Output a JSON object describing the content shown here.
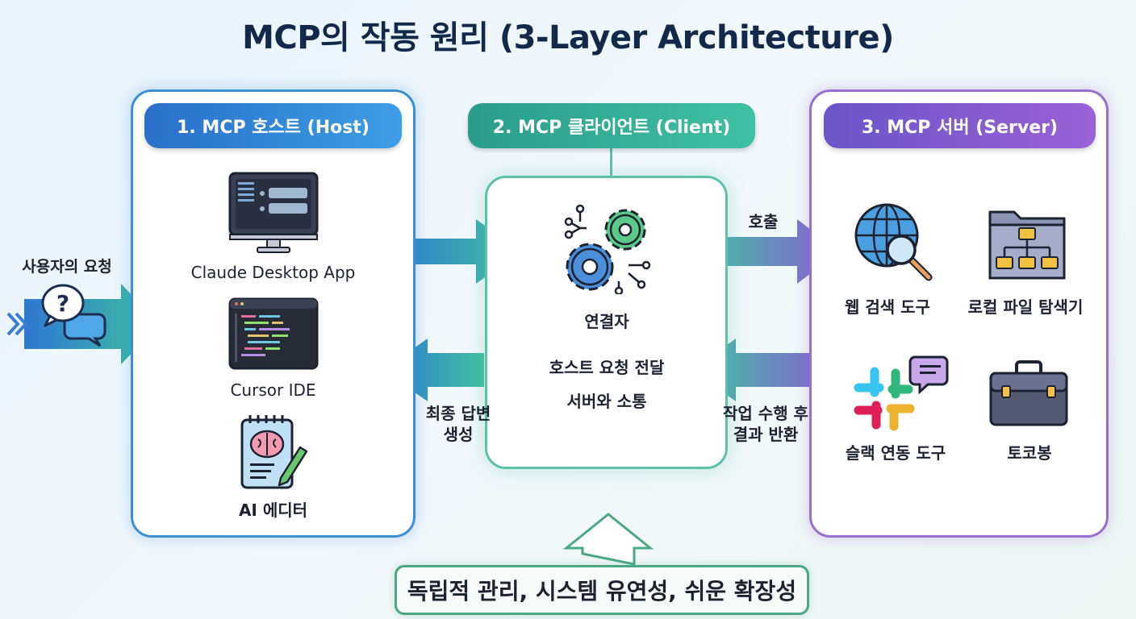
{
  "title": "MCP의 작동 원리 (3-Layer Architecture)",
  "user_request": "사용자의 요청",
  "host": {
    "header": "1. MCP 호스트 (Host)",
    "items": [
      "Claude Desktop App",
      "Cursor IDE",
      "AI 에디터"
    ]
  },
  "client": {
    "header": "2. MCP 클라이언트 (Client)",
    "role": "연결자",
    "desc_line1": "호스트 요청 전달",
    "desc_line2": "서버와 소통"
  },
  "server": {
    "header": "3. MCP 서버 (Server)",
    "tools": [
      "웹 검색 도구",
      "로컬 파일 탐색기",
      "슬랙 연동 도구",
      "토코봉"
    ]
  },
  "arrows": {
    "call": "호출",
    "final_line1": "최종 답변",
    "final_line2": "생성",
    "return_line1": "작업 수행 후",
    "return_line2": "결과 반환"
  },
  "benefits": "독립적 관리, 시스템 유연성, 쉬운 확장성",
  "colors": {
    "host_accent": "#3b8fd6",
    "client_accent": "#5cc1a8",
    "server_accent": "#9a6ed1",
    "title": "#13294b"
  }
}
